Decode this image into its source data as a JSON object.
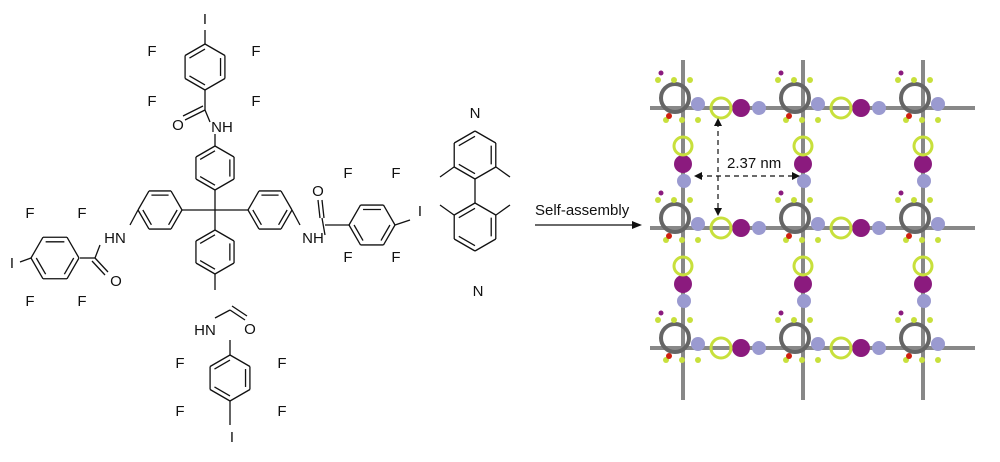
{
  "molecule": {
    "iodine": "I",
    "fluorine": "F",
    "oxygen": "O",
    "amide_nh": "NH",
    "amide_hn": "HN"
  },
  "linker": {
    "nitrogen": "N"
  },
  "arrow_label": "Self-assembly",
  "pore_size": "2.37 nm",
  "colors": {
    "iodine": "#8b1a7e",
    "nitrogen": "#9a9ad0",
    "fluorine": "#c8e03c",
    "carbon": "#888888",
    "oxygen": "#d02010"
  }
}
